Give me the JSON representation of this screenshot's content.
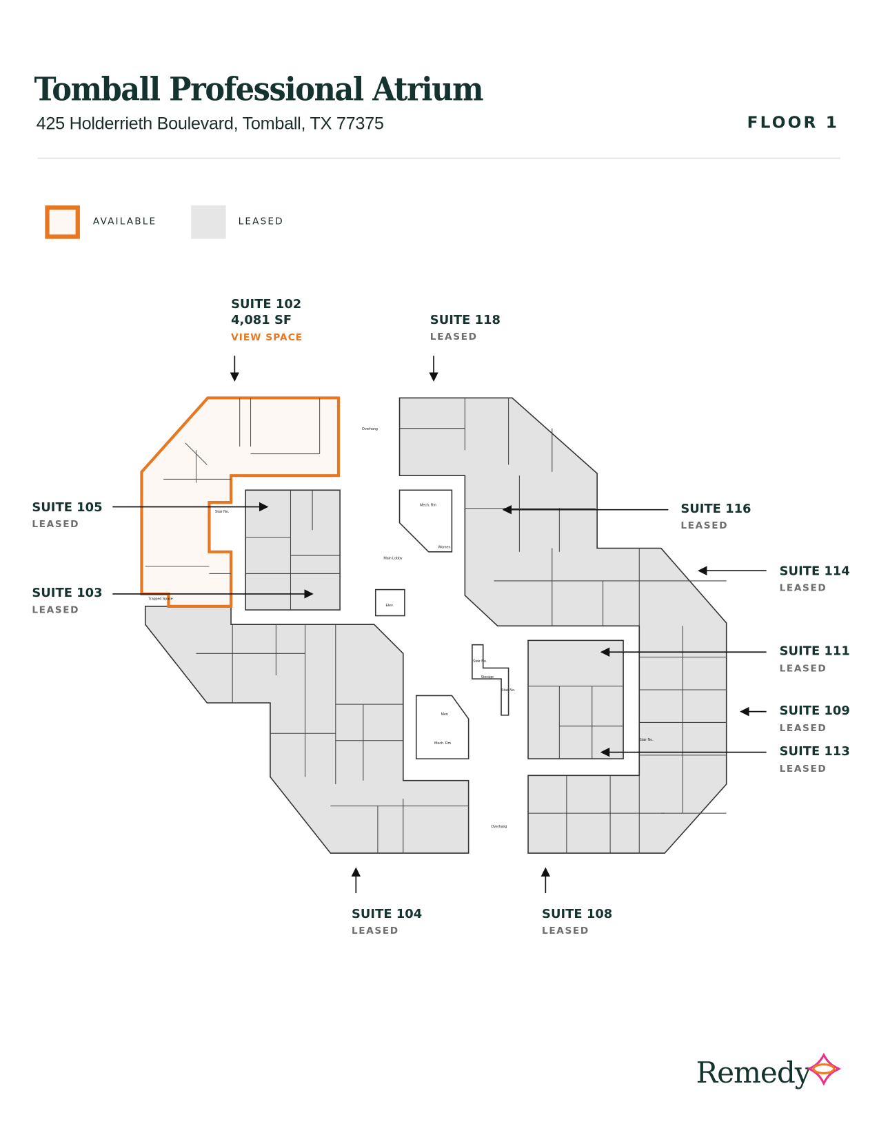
{
  "header": {
    "title": "Tomball Professional Atrium",
    "address": "425 Holderrieth Boulevard, Tomball, TX 77375",
    "floor": "FLOOR 1"
  },
  "legend": {
    "available": "AVAILABLE",
    "leased": "LEASED",
    "available_color": "#e87722",
    "available_fill": "#fdf8f4",
    "leased_color": "#e6e6e6"
  },
  "suites": {
    "s102": {
      "name": "SUITE 102",
      "size": "4,081 SF",
      "link": "VIEW SPACE",
      "status": "available"
    },
    "s118": {
      "name": "SUITE 118",
      "status": "LEASED"
    },
    "s105": {
      "name": "SUITE 105",
      "status": "LEASED"
    },
    "s103": {
      "name": "SUITE 103",
      "status": "LEASED"
    },
    "s116": {
      "name": "SUITE 116",
      "status": "LEASED"
    },
    "s114": {
      "name": "SUITE 114",
      "status": "LEASED"
    },
    "s111": {
      "name": "SUITE 111",
      "status": "LEASED"
    },
    "s109": {
      "name": "SUITE 109",
      "status": "LEASED"
    },
    "s113": {
      "name": "SUITE 113",
      "status": "LEASED"
    },
    "s104": {
      "name": "SUITE 104",
      "status": "LEASED"
    },
    "s108": {
      "name": "SUITE 108",
      "status": "LEASED"
    }
  },
  "plan_labels": {
    "overhang_top": "Overhang",
    "overhang_bottom": "Overhang",
    "mech_top": "Mech. Rm",
    "women": "Women",
    "lobby": "Main Lobby",
    "elev": "Elev.",
    "stair_left": "Stair No.",
    "stair_mid1": "Stair No.",
    "stair_mid2": "Stair No.",
    "stair_right": "Stair No.",
    "storage": "Storage",
    "men": "Men",
    "mech_bottom": "Mech. Rm",
    "trapped": "Trapped Space"
  },
  "logo": {
    "text": "Remedy"
  }
}
